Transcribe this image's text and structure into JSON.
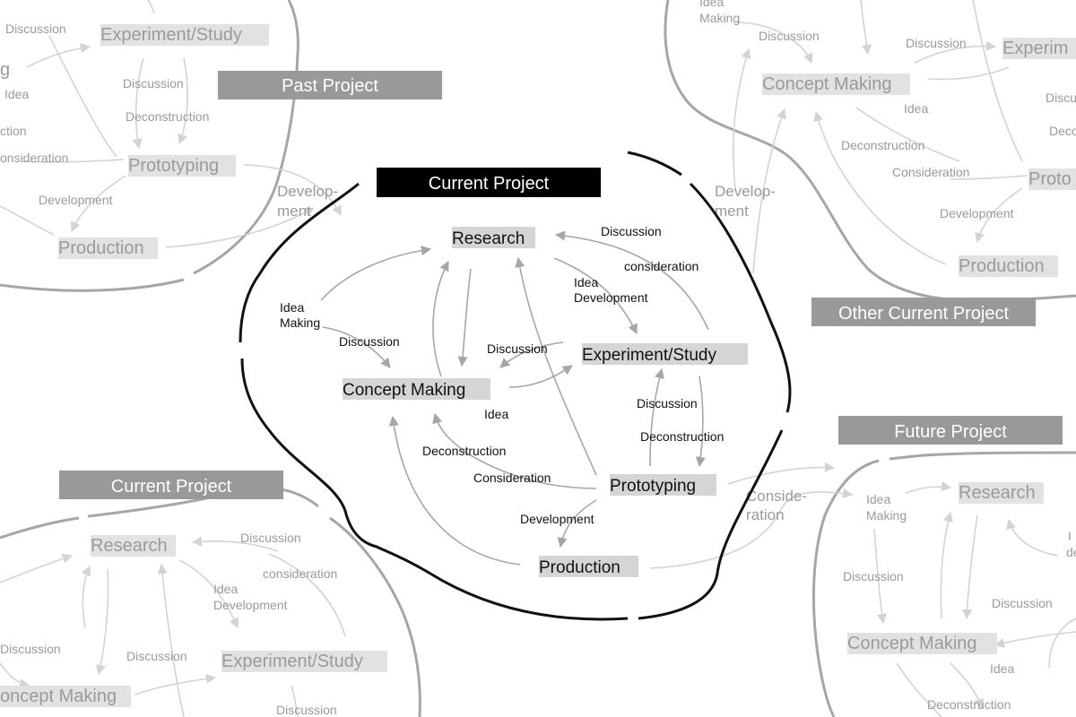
{
  "colors": {
    "main_outline": "#111111",
    "ghost_outline": "#a6a6a6",
    "main_arrow": "#a6a6a6",
    "ghost_arrow": "#d3d3d3",
    "main_label_bar": "#000000",
    "ghost_label_bar": "#999999",
    "node_highlight": "#d5d5d5"
  },
  "projects": {
    "current_main": "Current Project",
    "past": "Past Project",
    "other_current": "Other Current Project",
    "current_secondary": "Current Project",
    "future": "Future Project"
  },
  "nodes": {
    "research": "Research",
    "experiment": "Experiment/Study",
    "concept": "Concept Making",
    "prototyping": "Prototyping",
    "production": "Production",
    "concept_partial": "oncept Making"
  },
  "edges": {
    "discussion": "Discussion",
    "consideration": "consideration",
    "idea": "Idea",
    "idea_dev_1": "Idea",
    "idea_dev_2": "Development",
    "idea_making_1": "Idea",
    "idea_making_2": "Making",
    "deconstruction": "Deconstruction",
    "consideration_cap": "Consideration",
    "development": "Development",
    "cross_dev_1": "Develop-",
    "cross_dev_2": "ment",
    "cross_consid_1": "Conside-",
    "cross_consid_2": "ration",
    "partial_ction": "ction",
    "partial_onsideration": "onsideration",
    "partial_g": "g",
    "partial_discu": "Discu",
    "partial_deco": "Deco",
    "partial_proto": "Proto",
    "partial_experim": "Experim",
    "partial_i": "I",
    "partial_de": "de"
  }
}
